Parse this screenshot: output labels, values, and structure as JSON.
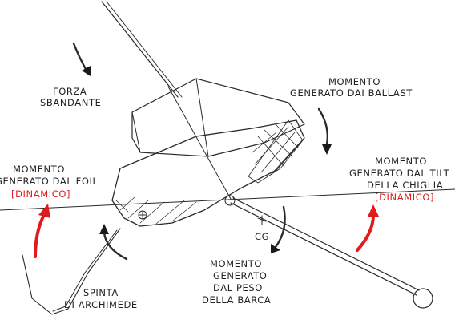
{
  "labels": {
    "forza_1": "FORZA",
    "forza_2": "SBANDANTE",
    "ballast_1": "MOMENTO",
    "ballast_2": "GENERATO DAI BALLAST",
    "foil_1": "MOMENTO",
    "foil_2": "GENERATO DAL FOIL",
    "foil_3": "[DINAMICO]",
    "tilt_1": "MOMENTO",
    "tilt_2": "GENERATO DAL TILT",
    "tilt_3": "DELLA CHIGLIA",
    "tilt_4": "[DINAMICO]",
    "peso_1": "MOMENTO",
    "peso_2": "GENERATO",
    "peso_3": "DAL PESO",
    "peso_4": "DELLA BARCA",
    "spinta_1": "SPINTA",
    "spinta_2": "DI ARCHIMEDE",
    "cg": "CG"
  },
  "colors": {
    "ink": "#2a2a2a",
    "dynamic_accent": "#e01b1b",
    "background": "#ffffff"
  }
}
